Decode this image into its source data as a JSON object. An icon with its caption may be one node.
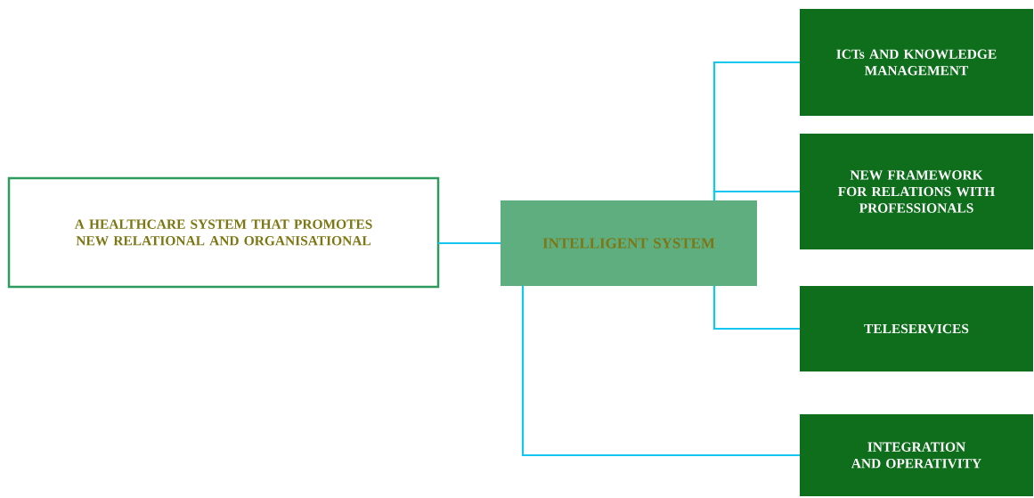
{
  "diagram": {
    "nodes": [
      {
        "text": [
          "A HEALTHCARE SYSTEM THAT PROMOTES NEW RELATIONAL AND ORGANISATIONAL"
        ]
      },
      {
        "text": [
          "INTELLIGENT SYSTEM"
        ]
      },
      {
        "text": [
          "ICTs AND KNOWLEDGE MANAGEMENT"
        ]
      },
      {
        "text": [
          "NEW FRAMEWORK FOR RELATIONS WITH PROFESSIONALS"
        ]
      },
      {
        "text": [
          "TELESERVICES"
        ]
      },
      {
        "text": [
          "INTEGRATION AND OPERATIVITY"
        ]
      }
    ],
    "edges": [
      {
        "from": 0,
        "to": 1,
        "arrow": "none"
      },
      {
        "from": 1,
        "to": 2,
        "arrow": "none"
      },
      {
        "from": 1,
        "to": 3,
        "arrow": "none"
      },
      {
        "from": 1,
        "to": 4,
        "arrow": "none"
      },
      {
        "from": 1,
        "to": 5,
        "arrow": "none"
      }
    ]
  }
}
